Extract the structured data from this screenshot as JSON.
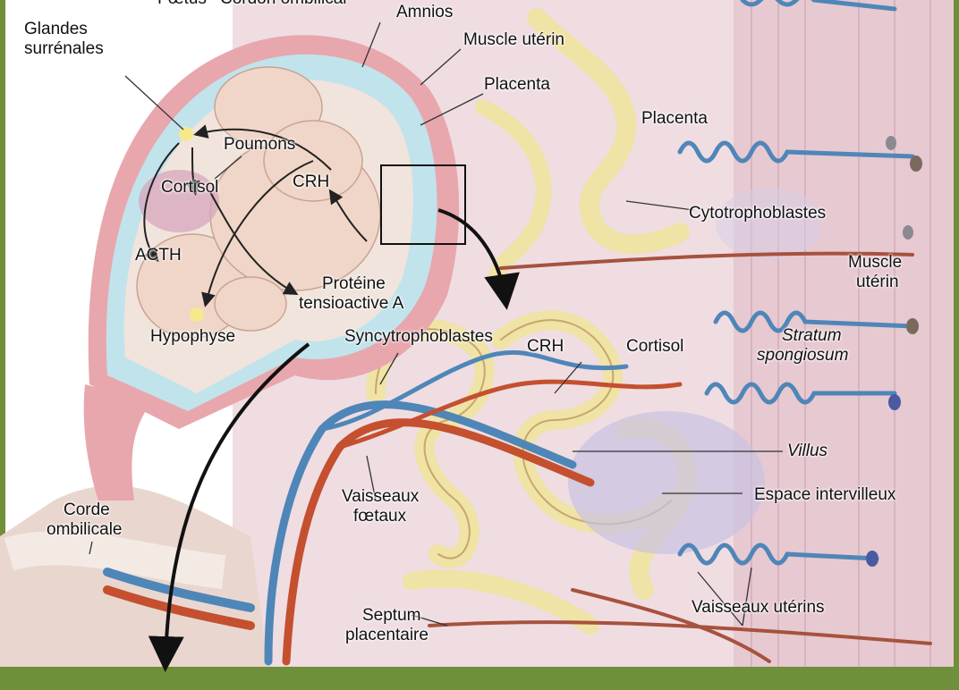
{
  "labels": {
    "foetus": "Fœtus",
    "cordon": "Cordon ombilical",
    "amnios": "Amnios",
    "glandes": "Glandes",
    "surrenales": "surrénales",
    "muscle_uterin_top": "Muscle utérin",
    "placenta_left": "Placenta",
    "placenta_right": "Placenta",
    "poumons": "Poumons",
    "cortisol_left": "Cortisol",
    "crh_left": "CRH",
    "cytotrophoblastes": "Cytotrophoblastes",
    "acth": "ACTH",
    "muscle": "Muscle",
    "uterin": "utérin",
    "proteine": "Protéine",
    "tensioactive": "tensioactive A",
    "hypophyse": "Hypophyse",
    "syncytrophoblastes": "Syncytrophoblastes",
    "crh_right": "CRH",
    "cortisol_right": "Cortisol",
    "stratum": "Stratum",
    "spongiosum": "spongiosum",
    "villus": "Villus",
    "vaisseaux": "Vaisseaux",
    "foetaux": "fœtaux",
    "espace": "Espace intervilleux",
    "corde": "Corde",
    "ombilicale": "ombilicale",
    "septum": "Septum",
    "placentaire": "placentaire",
    "vaisseaux_uterins": "Vaisseaux utérins"
  },
  "colors": {
    "frame": "#6f8f3a",
    "tissue": "#ecd3d6",
    "villus_wall": "#efe3a6",
    "artery": "#c4502f",
    "vein": "#4f86b8",
    "amniotic": "#bde3ee"
  }
}
